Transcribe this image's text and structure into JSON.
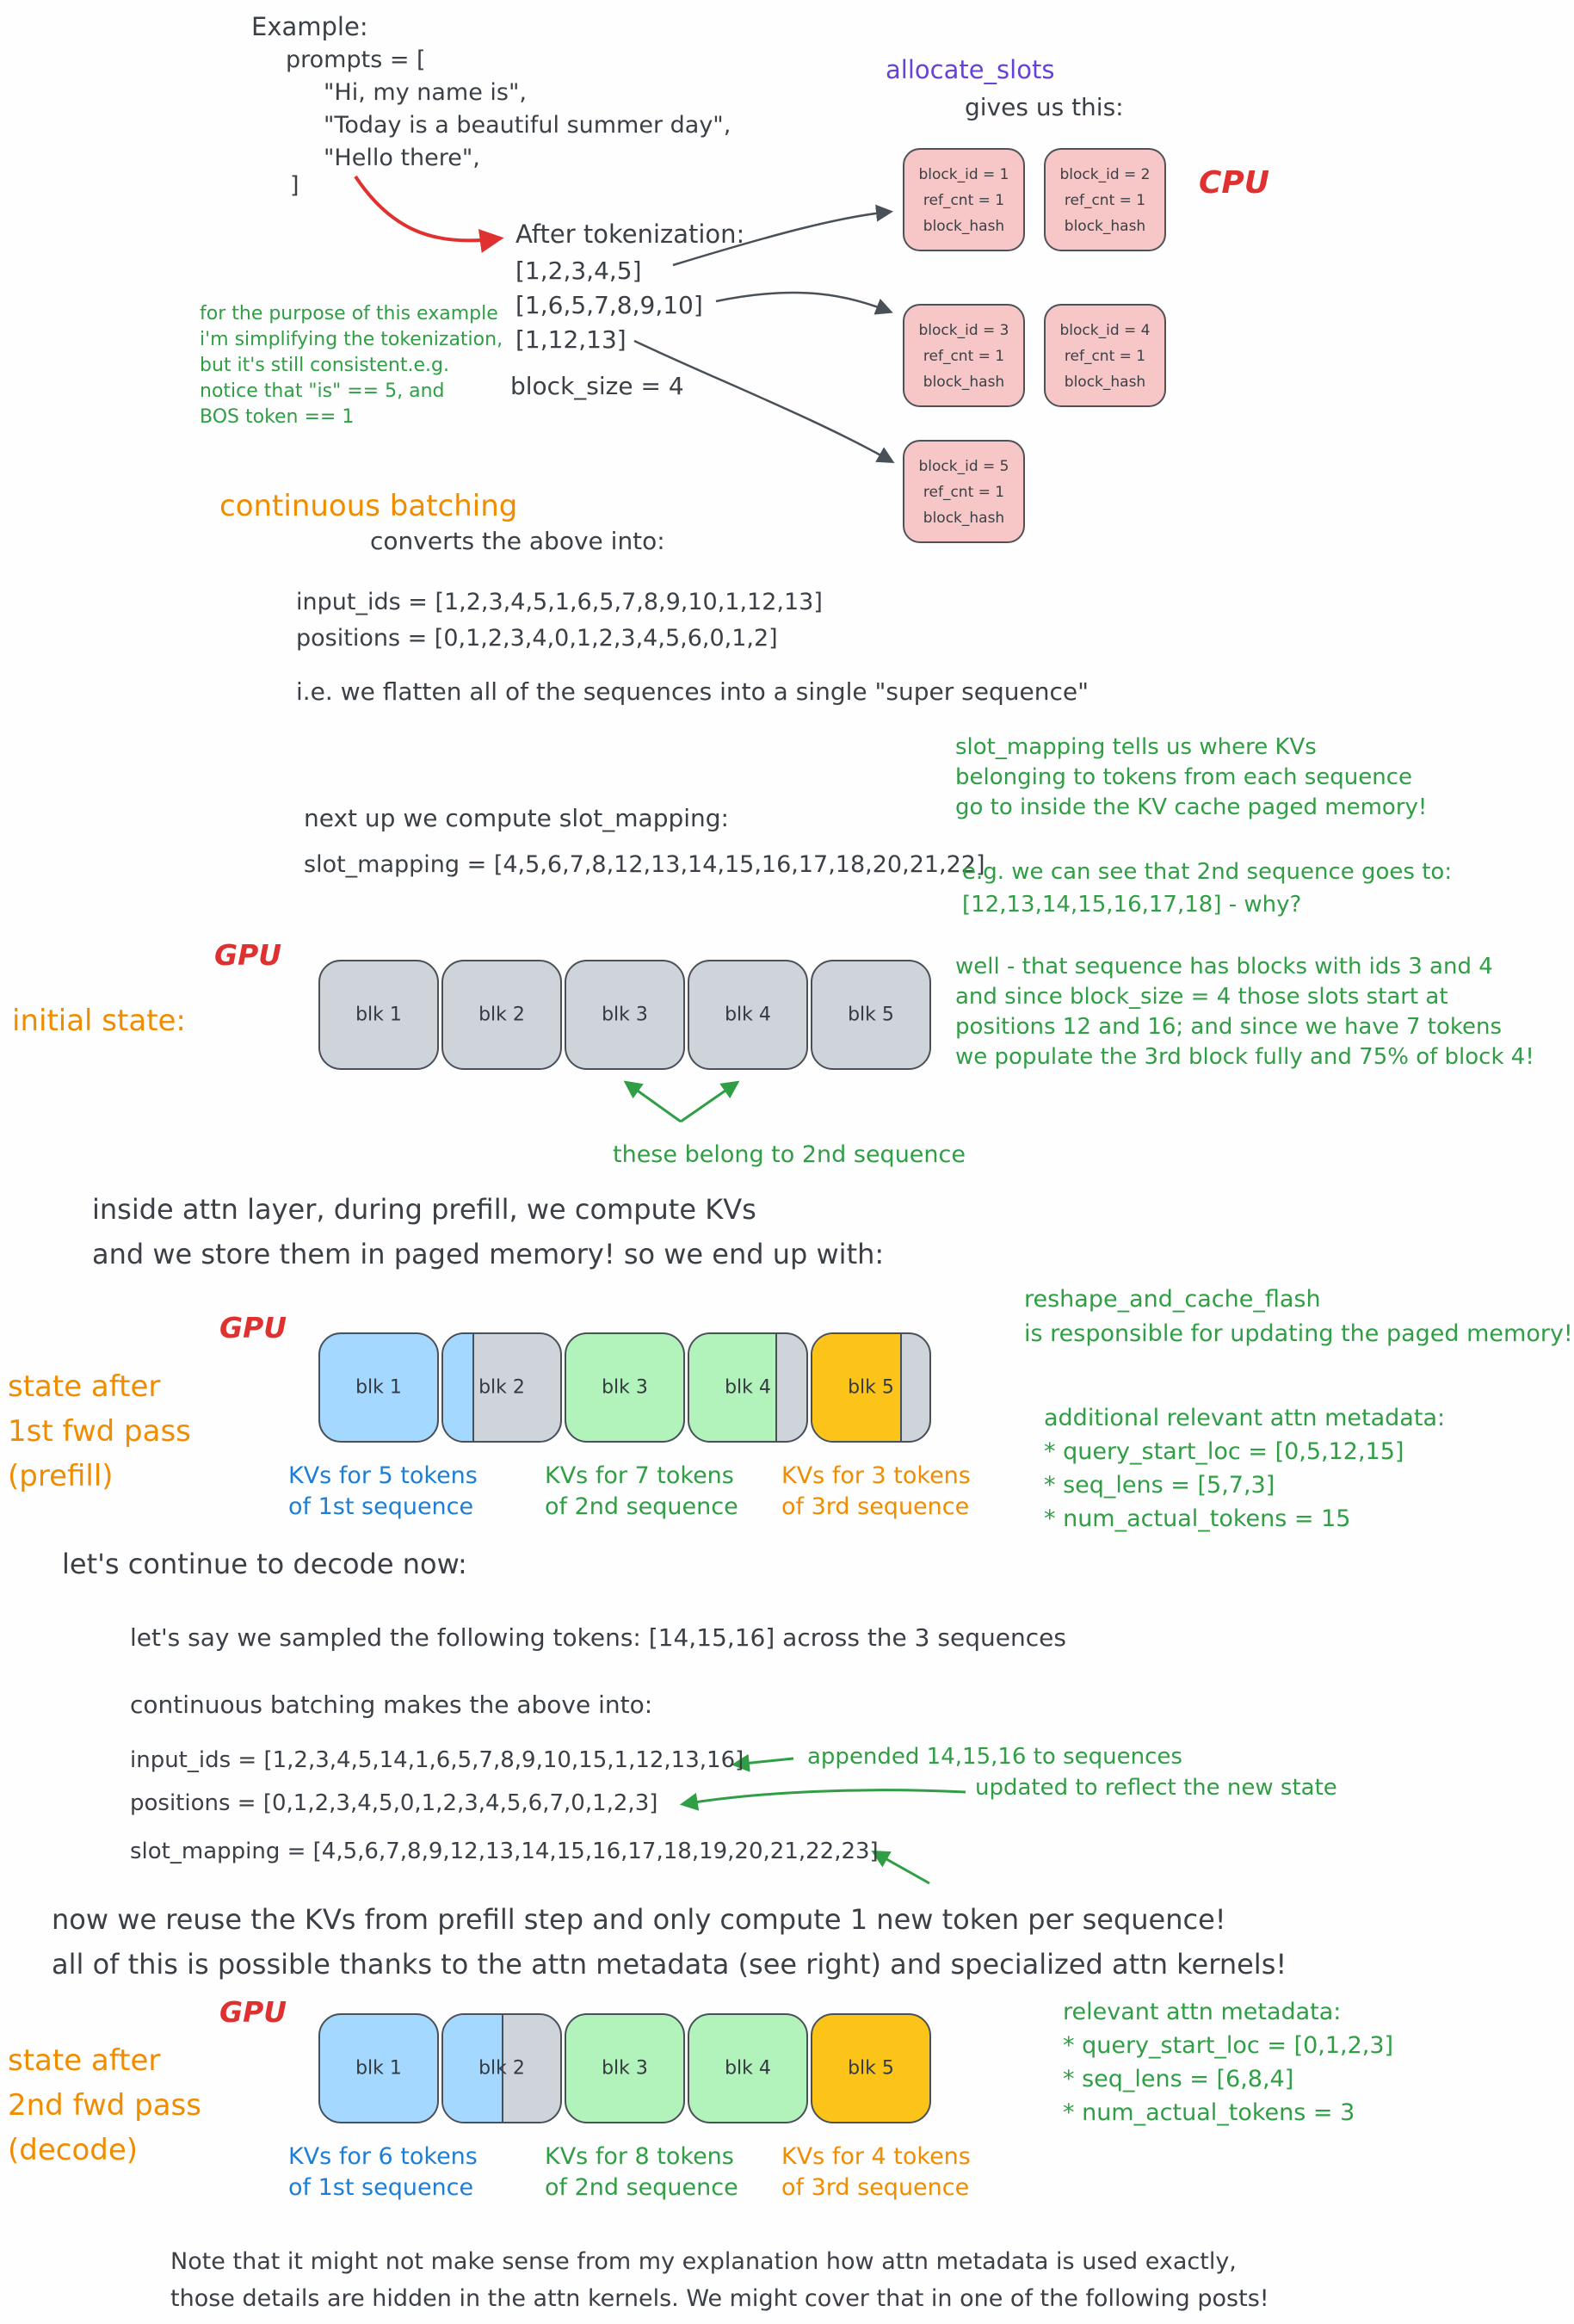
{
  "colors": {
    "ink": "#3b4046",
    "red_accent": "#e03131",
    "orange_accent": "#f08c00",
    "green_accent": "#2f9e44",
    "purple_accent": "#6741d9",
    "blue_text": "#1c7ed6",
    "block_pink": "#f7c6c6",
    "block_gray": "#ced4da",
    "block_blue": "#a5d8ff",
    "block_green": "#b2f2bb",
    "block_yellow": "#fcc419"
  },
  "example": {
    "title": "Example:",
    "prompts_open": "prompts = [",
    "lines": [
      "\"Hi, my name is\",",
      "\"Today is a beautiful summer day\",",
      "\"Hello there\","
    ],
    "close_bracket": "]"
  },
  "tokenization": {
    "title": "After tokenization:",
    "token_lists": [
      "[1,2,3,4,5]",
      "[1,6,5,7,8,9,10]",
      "[1,12,13]"
    ],
    "block_size": "block_size = 4"
  },
  "green_note": {
    "lines": [
      "for the purpose of this example",
      "i'm simplifying the tokenization,",
      "but it's still consistent.e.g.",
      "notice that \"is\" == 5, and",
      "BOS token == 1"
    ]
  },
  "allocate": {
    "title": "allocate_slots",
    "subtitle": "gives us this:",
    "cpu": "CPU",
    "blocks": [
      {
        "line1": "block_id = 1",
        "line2": "ref_cnt = 1",
        "line3": "block_hash"
      },
      {
        "line1": "block_id = 2",
        "line2": "ref_cnt = 1",
        "line3": "block_hash"
      },
      {
        "line1": "block_id = 3",
        "line2": "ref_cnt = 1",
        "line3": "block_hash"
      },
      {
        "line1": "block_id = 4",
        "line2": "ref_cnt = 1",
        "line3": "block_hash"
      },
      {
        "line1": "block_id = 5",
        "line2": "ref_cnt = 1",
        "line3": "block_hash"
      }
    ]
  },
  "batching": {
    "title": "continuous batching",
    "subtitle": "converts the above into:",
    "input_ids": "input_ids = [1,2,3,4,5,1,6,5,7,8,9,10,1,12,13]",
    "positions": "positions = [0,1,2,3,4,0,1,2,3,4,5,6,0,1,2]",
    "flatten_note": "i.e. we flatten all of the sequences into a single \"super sequence\""
  },
  "slot_mapping": {
    "note_lines": [
      "slot_mapping tells  us where KVs",
      "belonging to tokens from each sequence",
      "go to inside the KV cache paged memory!"
    ],
    "intro": "next up we compute slot_mapping:",
    "value": "slot_mapping = [4,5,6,7,8,12,13,14,15,16,17,18,20,21,22]",
    "example_lines": [
      "e.g. we can see that 2nd sequence goes to:",
      "[12,13,14,15,16,17,18] - why?"
    ]
  },
  "initial_state": {
    "gpu": "GPU",
    "label": "initial state:",
    "blocks": [
      "blk 1",
      "blk 2",
      "blk 3",
      "blk 4",
      "blk 5"
    ],
    "why_lines": [
      "well - that sequence has blocks with ids 3 and 4",
      "and since block_size = 4 those slots start at",
      "positions 12 and 16; and since we have 7 tokens",
      "we populate the 3rd block fully and 75% of block 4!"
    ],
    "belong_note": "these belong to 2nd sequence"
  },
  "prefill_intro": {
    "line1": "inside attn layer, during prefill, we compute KVs",
    "line2": "and we store them in paged memory! so we end up with:"
  },
  "prefill_state": {
    "gpu": "GPU",
    "label_lines": [
      "state after",
      "1st fwd pass",
      "(prefill)"
    ],
    "blocks": [
      "blk 1",
      "blk 2",
      "blk 3",
      "blk 4",
      "blk 5"
    ],
    "captions": [
      {
        "line1": "KVs for 5 tokens",
        "line2": "of 1st sequence"
      },
      {
        "line1": "KVs for 7 tokens",
        "line2": "of 2nd sequence"
      },
      {
        "line1": "KVs for 3 tokens",
        "line2": "of 3rd sequence"
      }
    ],
    "reshape_lines": [
      "reshape_and_cache_flash",
      "is responsible for updating the paged memory!"
    ],
    "metadata_lines": [
      "additional relevant attn metadata:",
      "* query_start_loc = [0,5,12,15]",
      "* seq_lens = [5,7,3]",
      "* num_actual_tokens = 15"
    ]
  },
  "decode_intro": {
    "title": "let's continue to decode now:",
    "sampled": "let's say we sampled the following tokens: [14,15,16] across the 3 sequences",
    "batching": "continuous batching makes the above into:",
    "input_ids": "input_ids = [1,2,3,4,5,14,1,6,5,7,8,9,10,15,1,12,13,16]",
    "appended_note": "appended 14,15,16 to sequences",
    "positions": "positions = [0,1,2,3,4,5,0,1,2,3,4,5,6,7,0,1,2,3]",
    "updated_note": "updated to reflect the new state",
    "slot_mapping": "slot_mapping = [4,5,6,7,8,9,12,13,14,15,16,17,18,19,20,21,22,23]"
  },
  "reuse_note": {
    "line1": "now we reuse the KVs from prefill step and only compute 1 new token per sequence!",
    "line2": "all of this is possible thanks to the attn metadata (see right) and specialized attn kernels!"
  },
  "decode_state": {
    "gpu": "GPU",
    "label_lines": [
      "state after",
      "2nd fwd pass",
      "(decode)"
    ],
    "blocks": [
      "blk 1",
      "blk 2",
      "blk 3",
      "blk 4",
      "blk 5"
    ],
    "captions": [
      {
        "line1": "KVs for 6 tokens",
        "line2": "of 1st sequence"
      },
      {
        "line1": "KVs for 8 tokens",
        "line2": "of 2nd sequence"
      },
      {
        "line1": "KVs for 4 tokens",
        "line2": "of 3rd sequence"
      }
    ],
    "metadata_lines": [
      "relevant attn metadata:",
      "* query_start_loc = [0,1,2,3]",
      "* seq_lens = [6,8,4]",
      "* num_actual_tokens = 3"
    ]
  },
  "footer": {
    "line1": "Note that it might not make sense from my explanation how attn metadata is used exactly,",
    "line2": "those details are hidden in the attn kernels. We might cover that in one of the following posts!"
  }
}
